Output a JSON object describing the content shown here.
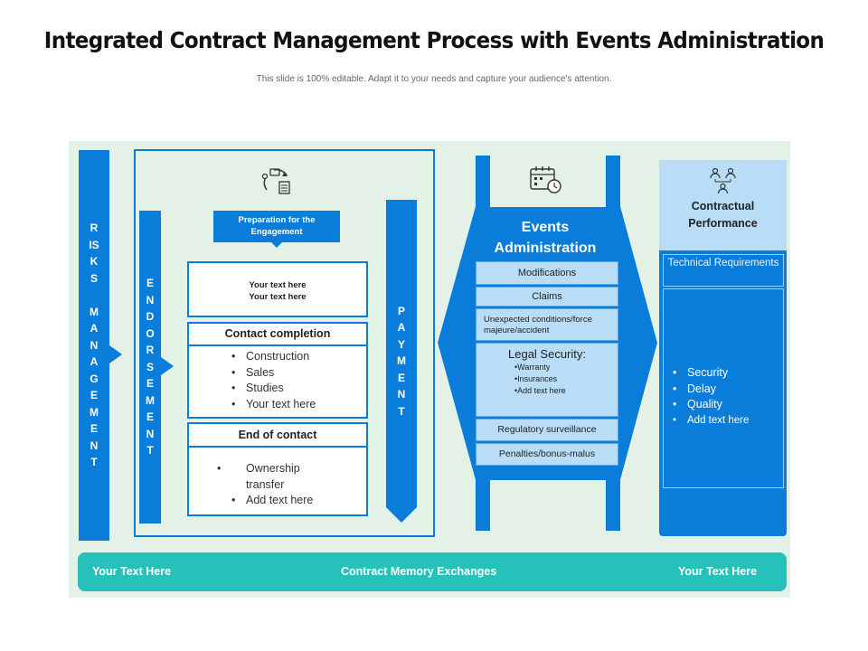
{
  "title": "Integrated Contract Management Process with Events Administration",
  "subtitle": "This slide is 100% editable. Adapt it to your needs and capture your audience's attention.",
  "risks_bar": "R\nIS\nK\nS\n\nM\nA\nN\nA\nG\nE\nM\nE\nN\nT",
  "endorsement_bar": "E\nN\nD\nO\nR\nS\nE\nM\nE\nN\nT",
  "payment_bar": "P\nA\nY\nM\nE\nN\nT",
  "preparation": "Preparation for the Engagement",
  "your_text_box": [
    "Your text here",
    "Your text here"
  ],
  "contact_completion": {
    "heading": "Contact completion",
    "items": [
      "Construction",
      "Sales",
      "Studies",
      "Your text here"
    ]
  },
  "end_of_contact": {
    "heading": "End of contact",
    "items": [
      "Ownership transfer",
      "Add text here"
    ]
  },
  "events": {
    "title": "Events Administration",
    "rows": [
      "Modifications",
      "Claims",
      "Unexpected conditions/force majeure/accident"
    ],
    "legal_security": {
      "heading": "Legal Security:",
      "items": [
        "Warranty",
        "Insurances",
        "Add text here"
      ]
    },
    "rows_after": [
      "Regulatory surveillance",
      "Penalties/bonus-malus"
    ]
  },
  "contractual": {
    "title": "Contractual Performance",
    "technical": "Technical Requirements",
    "items": [
      "Security",
      "Delay",
      "Quality",
      "Add text here"
    ]
  },
  "footer": {
    "left": "Your Text Here",
    "center": "Contract Memory Exchanges",
    "right": "Your Text Here"
  },
  "colors": {
    "primary_blue": "#0a7ddb",
    "light_blue": "#b9ddf7",
    "panel_green": "#e3f1e6",
    "footer_teal": "#26c2b9"
  },
  "icons": [
    "chat-cycle-icon",
    "calendar-clock-icon",
    "team-hierarchy-icon"
  ]
}
